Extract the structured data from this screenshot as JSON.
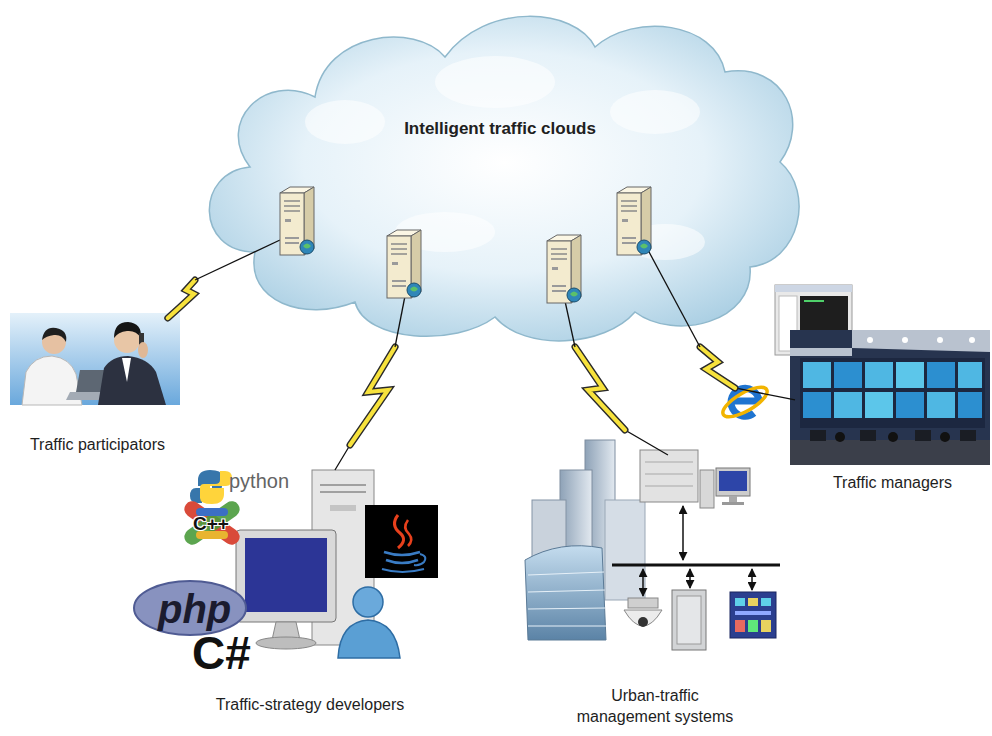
{
  "diagram": {
    "nodes": [
      {
        "text": [
          "Intelligent traffic clouds"
        ]
      },
      {
        "text": [
          "Traffic participators"
        ]
      },
      {
        "text": [
          "Traffic managers"
        ]
      },
      {
        "text": [
          "Traffic-strategy developers"
        ]
      },
      {
        "text": [
          "Urban-traffic management systems"
        ]
      }
    ],
    "edges": [
      {
        "from": 0,
        "to": 1,
        "arrow": "none"
      },
      {
        "from": 0,
        "to": 2,
        "arrow": "none"
      },
      {
        "from": 0,
        "to": 3,
        "arrow": "none"
      },
      {
        "from": 0,
        "to": 4,
        "arrow": "none"
      }
    ],
    "labels": [
      "python",
      "C++",
      "php",
      "C#"
    ]
  }
}
